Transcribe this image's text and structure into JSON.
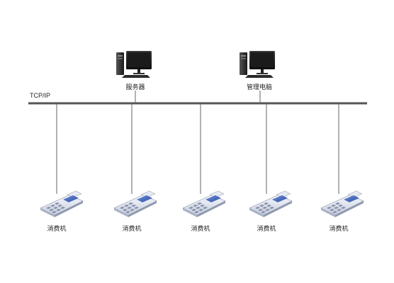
{
  "network": {
    "protocol_label": "TCP/IP"
  },
  "servers": [
    {
      "label": "服务器",
      "icon": "desktop-computer-icon"
    },
    {
      "label": "管理电脑",
      "icon": "desktop-computer-icon"
    }
  ],
  "terminals": [
    {
      "label": "消费机",
      "icon": "pos-terminal-icon"
    },
    {
      "label": "消费机",
      "icon": "pos-terminal-icon"
    },
    {
      "label": "消费机",
      "icon": "pos-terminal-icon"
    },
    {
      "label": "消费机",
      "icon": "pos-terminal-icon"
    },
    {
      "label": "消费机",
      "icon": "pos-terminal-icon"
    }
  ]
}
